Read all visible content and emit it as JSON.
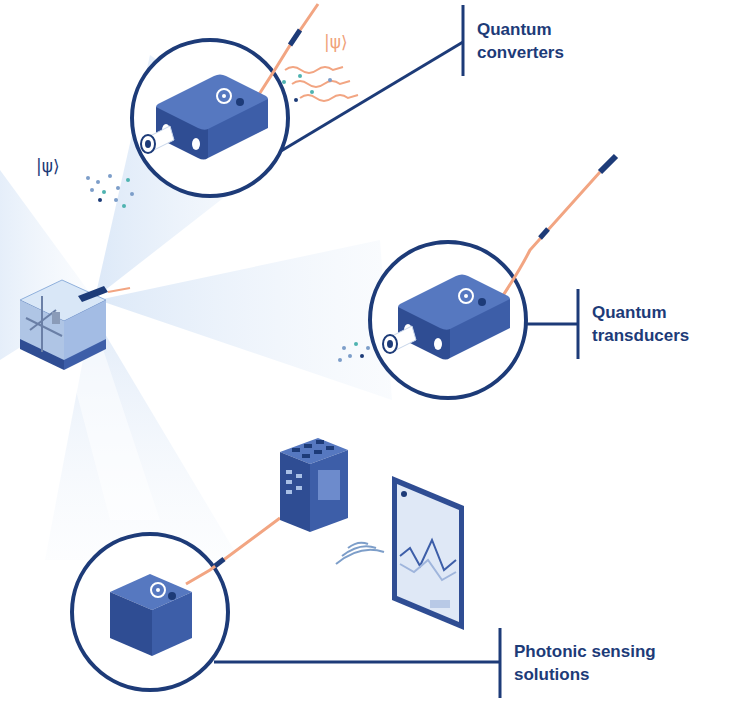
{
  "diagram": {
    "labels": [
      "|ψ⟩",
      "Quantum converters",
      "|ψ⟩",
      "Quantum transducers",
      "Photonic sensing solutions"
    ]
  }
}
